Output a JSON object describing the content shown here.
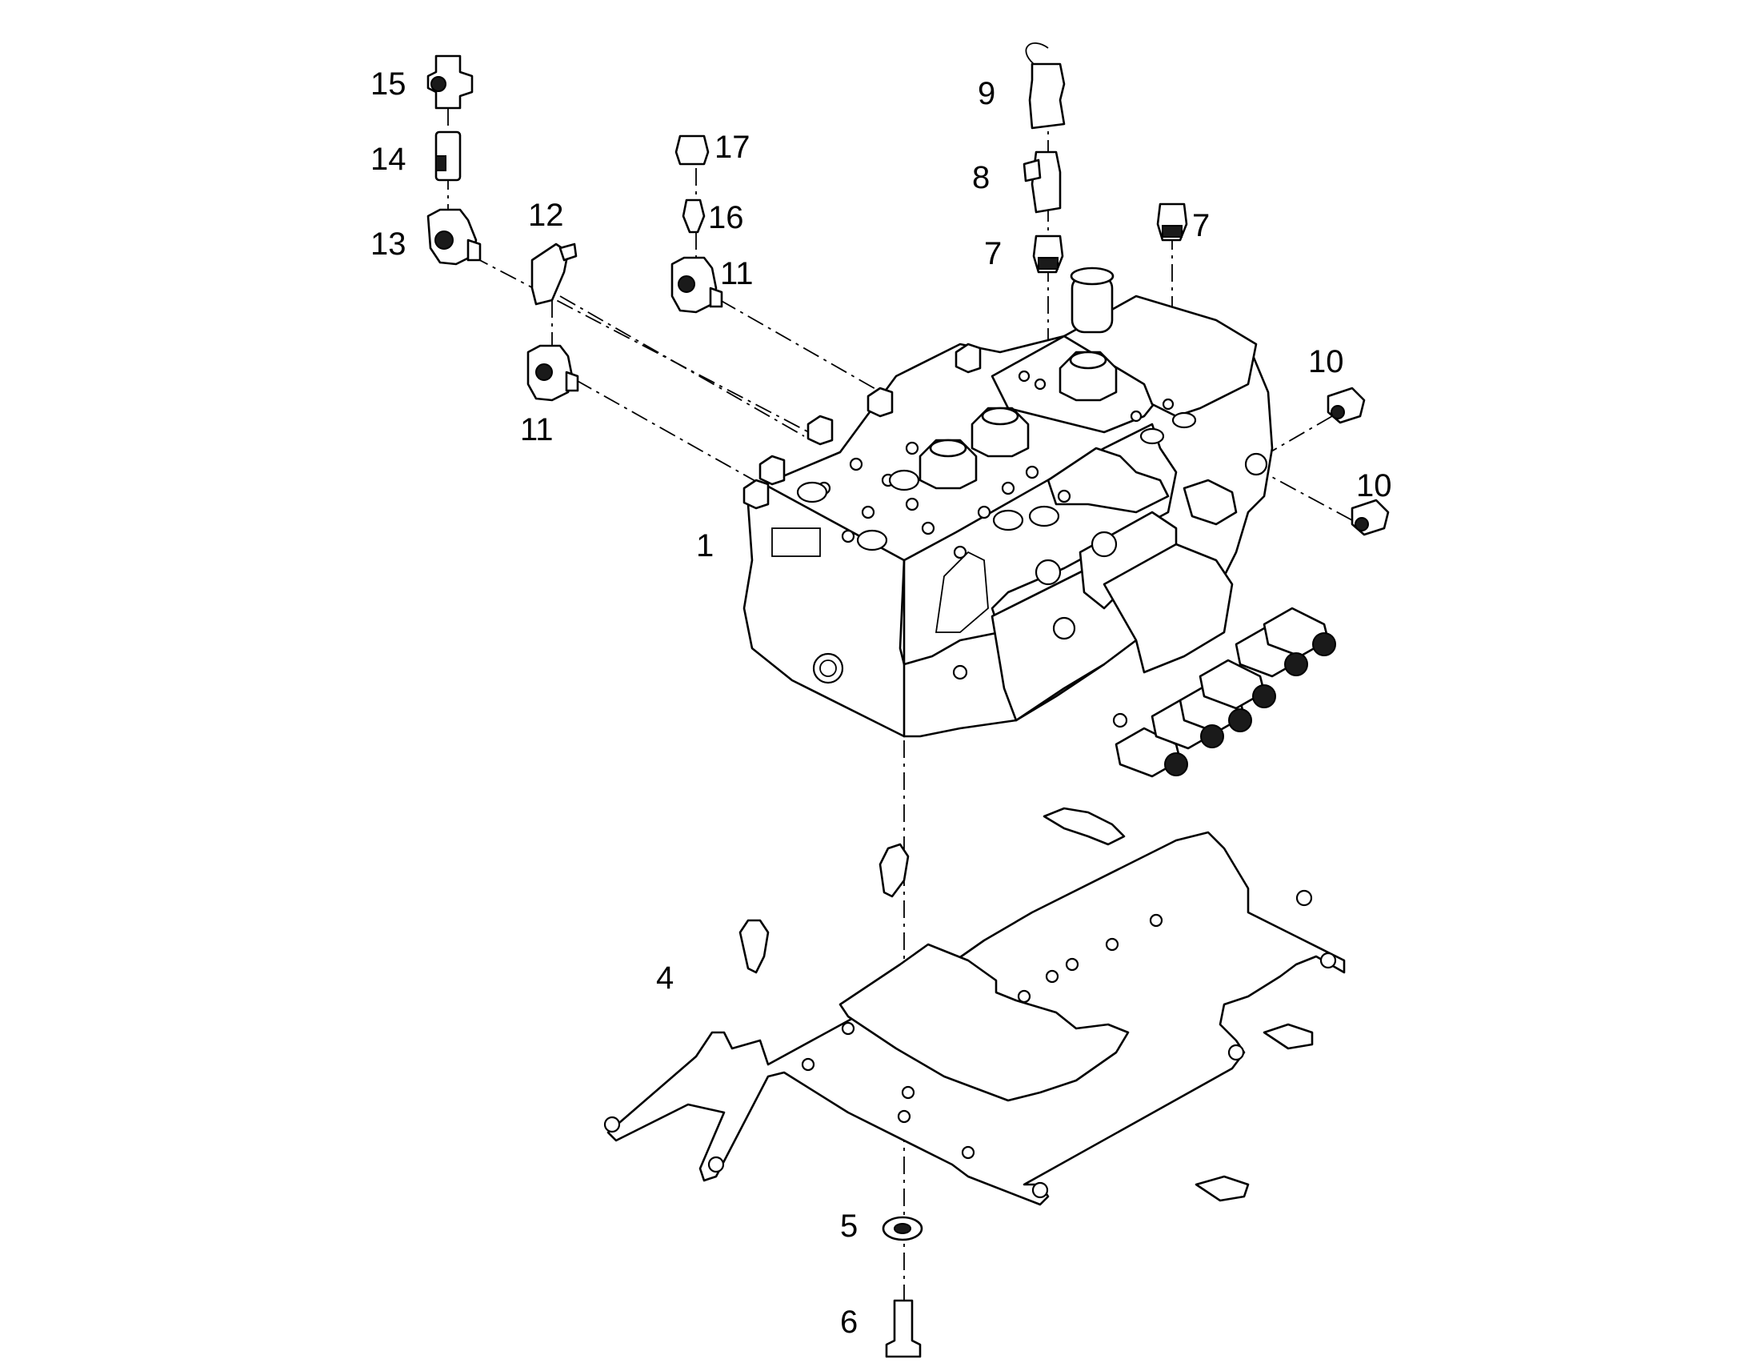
{
  "callouts": [
    {
      "id": "c1",
      "text": "1"
    },
    {
      "id": "c4",
      "text": "4"
    },
    {
      "id": "c5",
      "text": "5"
    },
    {
      "id": "c6",
      "text": "6"
    },
    {
      "id": "c7a",
      "text": "7"
    },
    {
      "id": "c7b",
      "text": "7"
    },
    {
      "id": "c8",
      "text": "8"
    },
    {
      "id": "c9",
      "text": "9"
    },
    {
      "id": "c10a",
      "text": "10"
    },
    {
      "id": "c10b",
      "text": "10"
    },
    {
      "id": "c11a",
      "text": "11"
    },
    {
      "id": "c11b",
      "text": "11"
    },
    {
      "id": "c12",
      "text": "12"
    },
    {
      "id": "c13",
      "text": "13"
    },
    {
      "id": "c14",
      "text": "14"
    },
    {
      "id": "c15",
      "text": "15"
    },
    {
      "id": "c16",
      "text": "16"
    },
    {
      "id": "c17",
      "text": "17"
    }
  ],
  "colors": {
    "line": "#000000",
    "background": "#ffffff"
  }
}
